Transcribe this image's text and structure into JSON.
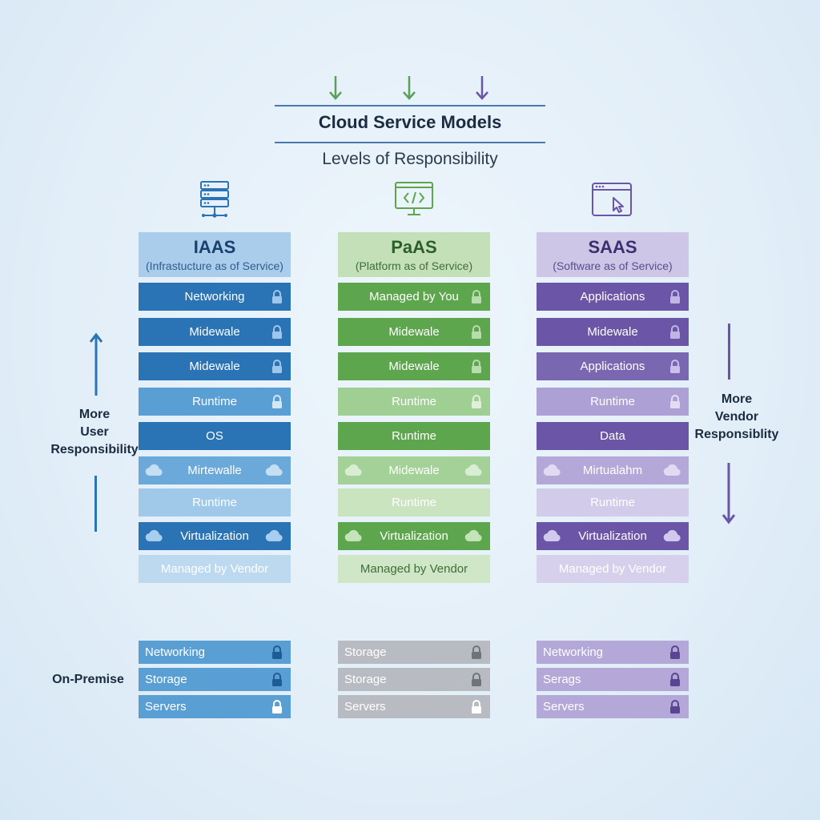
{
  "header": {
    "title": "Cloud Service Models",
    "subtitle": "Levels of Responsibility"
  },
  "side": {
    "left_label": "More\nUser\nResponsibility",
    "right_label": "More\nVendor\nResponsiblity",
    "onprem_label": "On-Premise"
  },
  "colors": {
    "iaas_dark": "#2a74b5",
    "iaas_mid": "#5a9fd4",
    "iaas_light": "#a9cdea",
    "paas_dark": "#5ea64e",
    "paas_mid": "#8cc47e",
    "paas_light": "#c4e0b9",
    "saas_dark": "#6a55a6",
    "saas_mid": "#9a8bc8",
    "saas_light": "#cdc6e6"
  },
  "columns": [
    {
      "name": "IAAS",
      "subtitle": "(Infrastucture as of Service)",
      "icon": "server-icon",
      "rows": [
        {
          "label": "Networking",
          "lock": true
        },
        {
          "label": "Midewale",
          "lock": true
        },
        {
          "label": "Midewale",
          "lock": true
        },
        {
          "label": "Runtime",
          "lock": true
        },
        {
          "label": "OS",
          "lock": false
        },
        {
          "label": "Mirtewalle",
          "cloud": true
        },
        {
          "label": "Runtime"
        },
        {
          "label": "Virtualization",
          "cloud": true
        },
        {
          "label": "Managed by Vendor"
        }
      ],
      "onprem": [
        {
          "label": "Networking"
        },
        {
          "label": "Storage"
        },
        {
          "label": "Servers"
        }
      ]
    },
    {
      "name": "PaAS",
      "subtitle": "(Platform as of Service)",
      "icon": "code-monitor-icon",
      "rows": [
        {
          "label": "Managed by You",
          "lock": true
        },
        {
          "label": "Midewale",
          "lock": true
        },
        {
          "label": "Midewale",
          "lock": true
        },
        {
          "label": "Runtime",
          "lock": true
        },
        {
          "label": "Runtime",
          "lock": false
        },
        {
          "label": "Midewale",
          "cloud": true
        },
        {
          "label": "Runtime"
        },
        {
          "label": "Virtualization",
          "cloud": true
        },
        {
          "label": "Managed by Vendor"
        }
      ],
      "onprem": [
        {
          "label": "Storage"
        },
        {
          "label": "Storage"
        },
        {
          "label": "Servers"
        }
      ]
    },
    {
      "name": "SAAS",
      "subtitle": "(Software as of Service)",
      "icon": "browser-cursor-icon",
      "rows": [
        {
          "label": "Applications",
          "lock": true
        },
        {
          "label": "Midewale",
          "lock": true
        },
        {
          "label": "Applications",
          "lock": true
        },
        {
          "label": "Runtime",
          "lock": true
        },
        {
          "label": "Data",
          "lock": false
        },
        {
          "label": "Mirtualahm",
          "cloud": true
        },
        {
          "label": "Runtime"
        },
        {
          "label": "Virtualization",
          "cloud": true
        },
        {
          "label": "Managed by Vendor"
        }
      ],
      "onprem": [
        {
          "label": "Networking"
        },
        {
          "label": "Serags"
        },
        {
          "label": "Servers"
        }
      ]
    }
  ]
}
